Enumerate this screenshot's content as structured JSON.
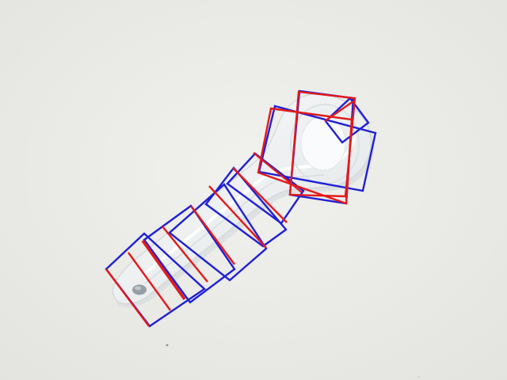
{
  "colors": {
    "background": "#ededea",
    "background_edge": "#e6e6e2",
    "object": "#f6f8f9",
    "object_shadow": "#d7dbdd",
    "object_highlight": "#ffffff",
    "hole": "#8a9196",
    "box_blue": "#1f1fd6",
    "box_red": "#e21a1a"
  },
  "icons": {
    "object": "translucent-plastic-handle-object",
    "box": "grasp-rectangle"
  },
  "overlays": {
    "blue_count": 8,
    "red_count": 9
  }
}
